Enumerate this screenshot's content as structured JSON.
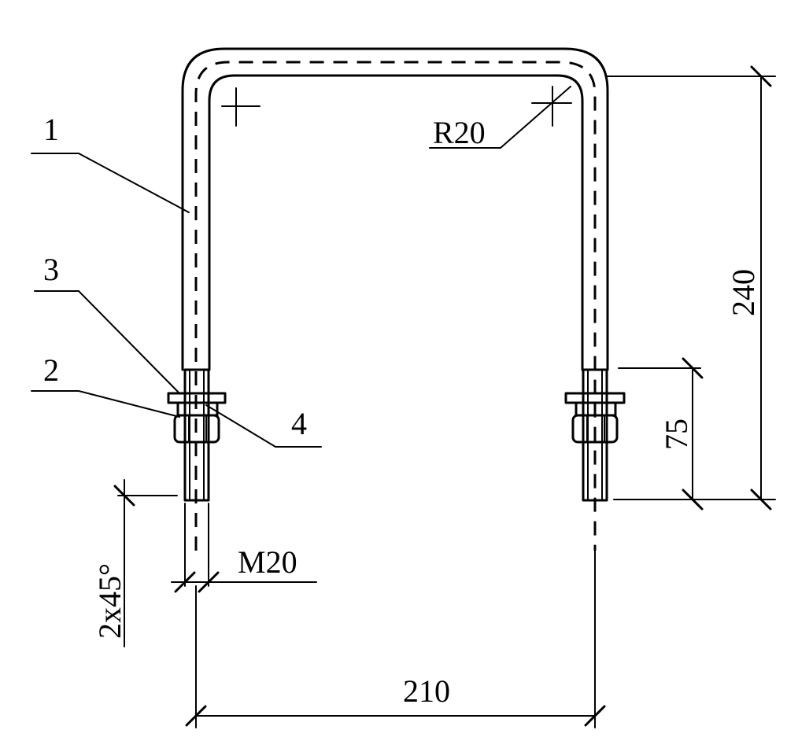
{
  "callouts": {
    "part1": "1",
    "part2": "2",
    "part3": "3",
    "part4": "4"
  },
  "dimensions": {
    "bend_radius": "R20",
    "total_height": "240",
    "thread_length": "75",
    "chamfer": "2x45°",
    "thread_size": "M20",
    "leg_spacing": "210"
  }
}
